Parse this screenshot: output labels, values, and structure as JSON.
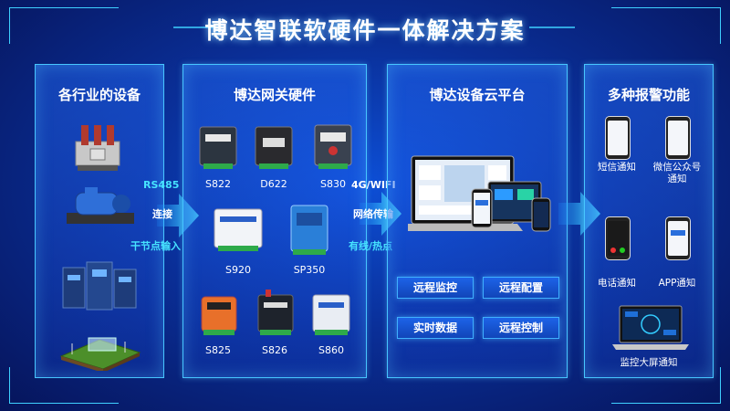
{
  "title": "博达智联软硬件一体解决方案",
  "panels": {
    "industry": "各行业的设备",
    "gateway": "博达网关硬件",
    "cloud": "博达设备云平台",
    "alarm": "多种报警功能"
  },
  "links": {
    "rs485": "RS485",
    "connect": "连接",
    "dry_contact": "干节点输入",
    "wifi": "4G/WIFI",
    "network": "网络传输",
    "wired": "有线/热点"
  },
  "devices": [
    "S822",
    "D622",
    "S830",
    "S920",
    "SP350",
    "S825",
    "S826",
    "S860"
  ],
  "cloud_features": [
    "远程监控",
    "远程配置",
    "实时数据",
    "远程控制"
  ],
  "alarms": [
    "短信通知",
    "微信公众号\n通知",
    "电话通知",
    "APP通知",
    "监控大屏通知"
  ],
  "colors": {
    "accent": "#46e3ff",
    "panel_border": "#47c6ff",
    "badge": "#1d63e8"
  }
}
